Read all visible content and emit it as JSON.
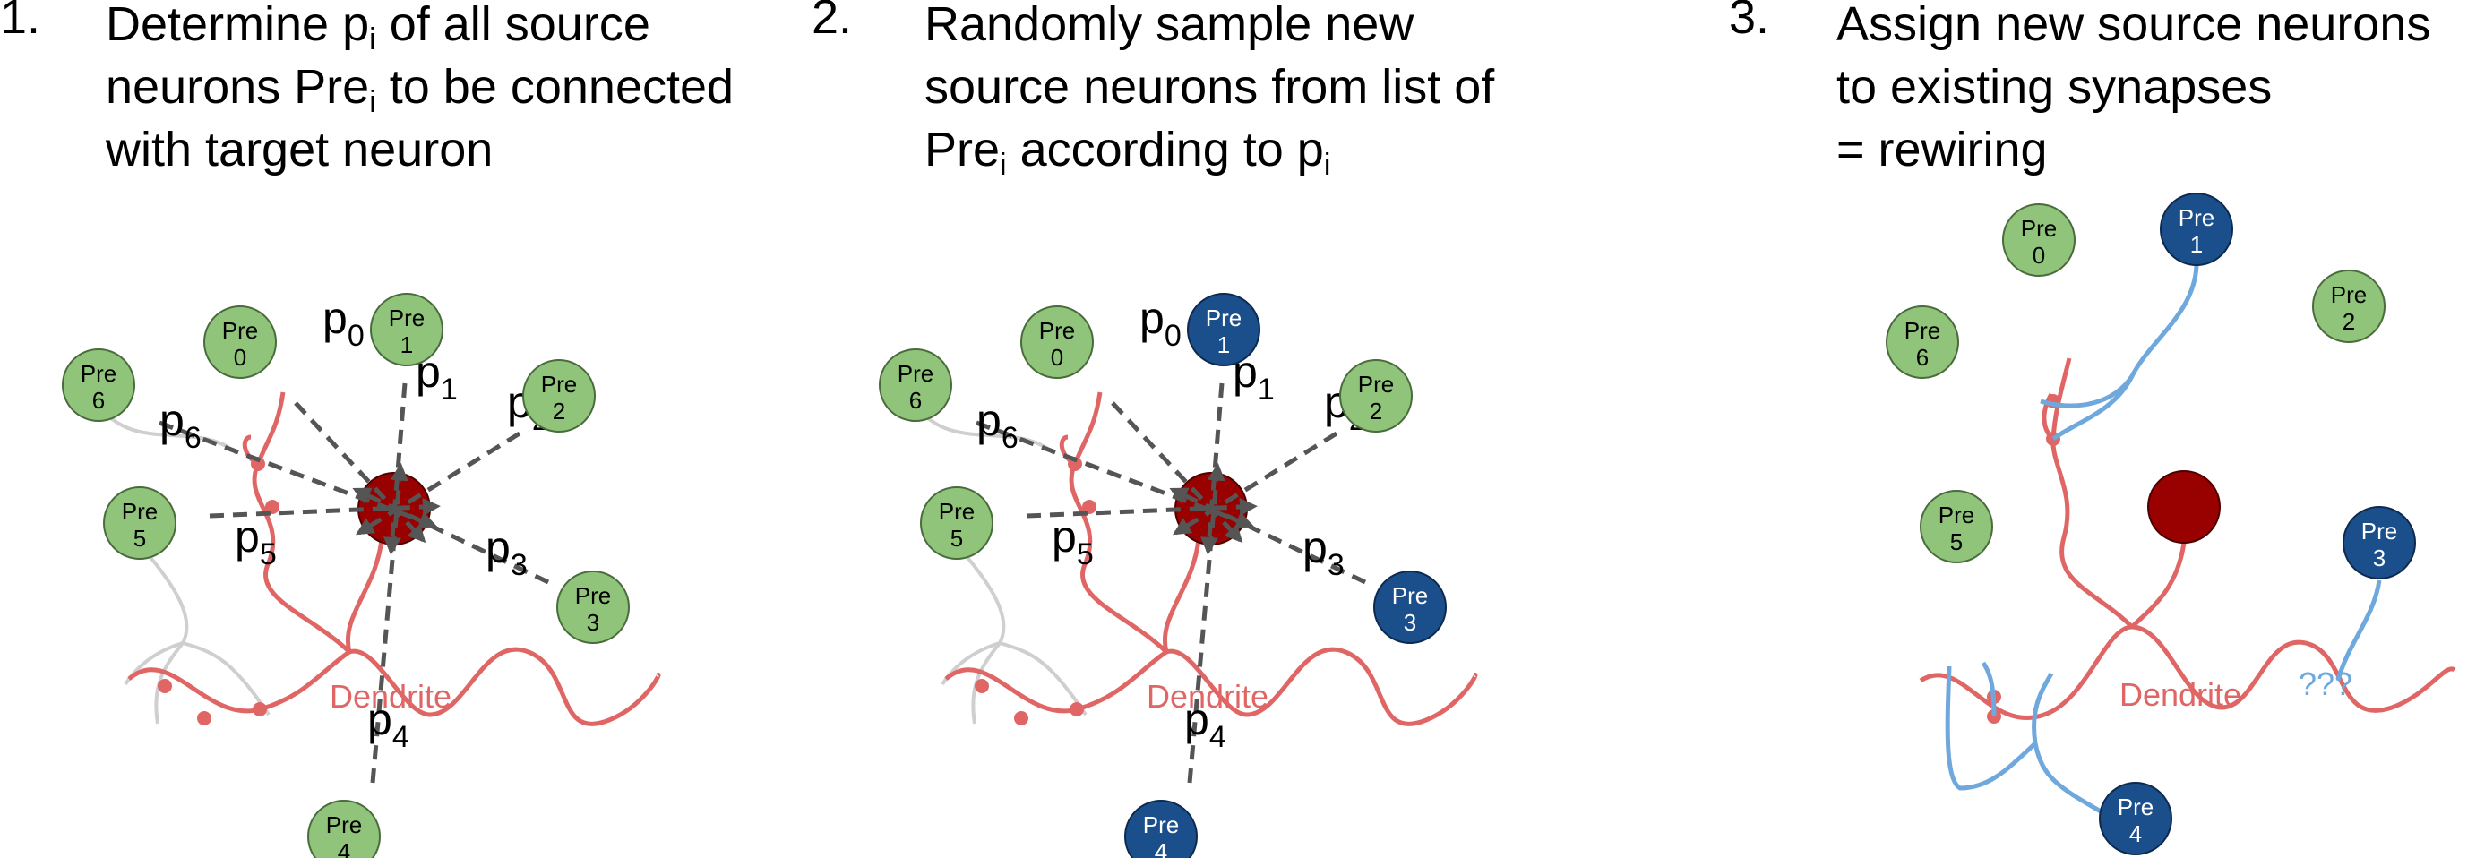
{
  "steps": [
    {
      "number": "1.",
      "lines": [
        [
          "Determine p",
          "i",
          " of all source"
        ],
        [
          "neurons Pre",
          "i",
          " to be connected"
        ],
        [
          "with target neuron",
          "",
          ""
        ]
      ]
    },
    {
      "number": "2.",
      "lines": [
        [
          "Randomly sample new",
          "",
          ""
        ],
        [
          "source neurons from list of",
          "",
          ""
        ],
        [
          "Pre",
          "i",
          " according to p",
          "i"
        ]
      ]
    },
    {
      "number": "3.",
      "lines": [
        [
          "Assign new source neurons",
          "",
          ""
        ],
        [
          "to existing synapses",
          "",
          ""
        ],
        [
          "= rewiring",
          "",
          ""
        ]
      ]
    }
  ],
  "neuron_label": "Pre",
  "neuron_ids": [
    "0",
    "1",
    "2",
    "3",
    "4",
    "5",
    "6"
  ],
  "prob_symbol": "p",
  "dendrite_label": "Dendrite",
  "unknown_label": "???",
  "colors": {
    "unselected": "#8fc47a",
    "selected": "#1a4f8c",
    "target": "#990000",
    "dendrite": "#e06666",
    "axon_old": "#cfcfcf",
    "axon_new": "#6fa8dc",
    "arrow": "#555555"
  }
}
